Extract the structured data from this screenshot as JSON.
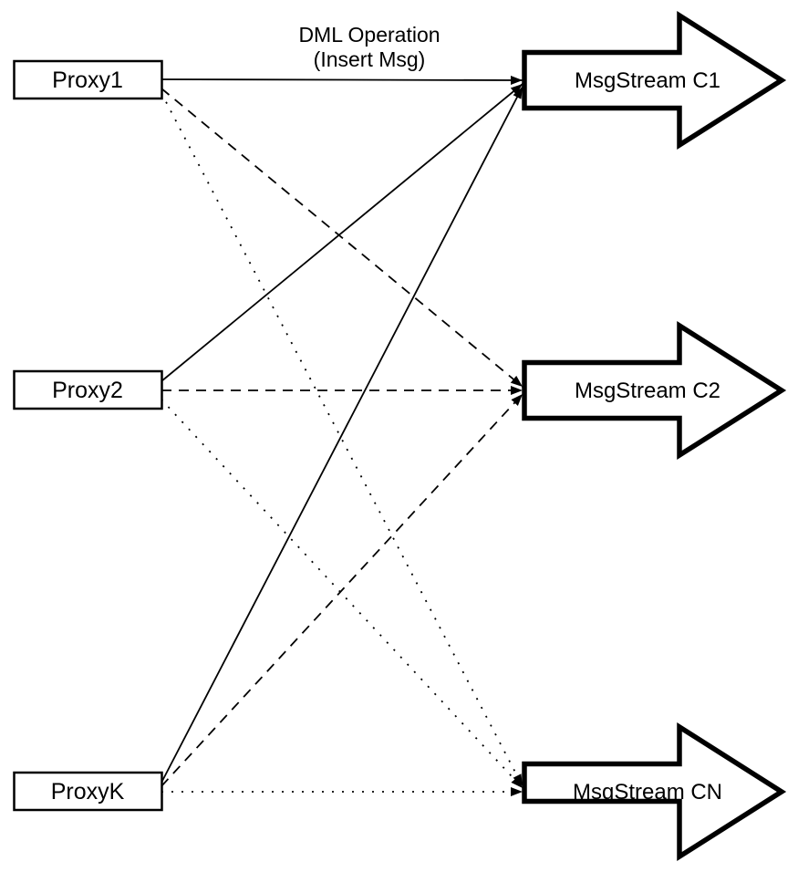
{
  "diagram": {
    "caption": {
      "line1": "DML Operation",
      "line2": "(Insert Msg)"
    },
    "proxies": [
      {
        "label": "Proxy1"
      },
      {
        "label": "Proxy2"
      },
      {
        "label": "ProxyK"
      }
    ],
    "streams": [
      {
        "label": "MsgStream C1"
      },
      {
        "label": "MsgStream C2"
      },
      {
        "label": "MsgStream CN"
      }
    ],
    "edges": [
      {
        "from": "Proxy1",
        "to": "MsgStream C1",
        "style": "solid"
      },
      {
        "from": "Proxy1",
        "to": "MsgStream C2",
        "style": "dashed"
      },
      {
        "from": "Proxy1",
        "to": "MsgStream CN",
        "style": "dotted"
      },
      {
        "from": "Proxy2",
        "to": "MsgStream C1",
        "style": "solid"
      },
      {
        "from": "Proxy2",
        "to": "MsgStream C2",
        "style": "dashed"
      },
      {
        "from": "Proxy2",
        "to": "MsgStream CN",
        "style": "dotted"
      },
      {
        "from": "ProxyK",
        "to": "MsgStream C1",
        "style": "solid"
      },
      {
        "from": "ProxyK",
        "to": "MsgStream C2",
        "style": "dashed"
      },
      {
        "from": "ProxyK",
        "to": "MsgStream CN",
        "style": "dotted"
      }
    ],
    "colors": {
      "stroke": "#000000",
      "fill": "#ffffff"
    }
  }
}
